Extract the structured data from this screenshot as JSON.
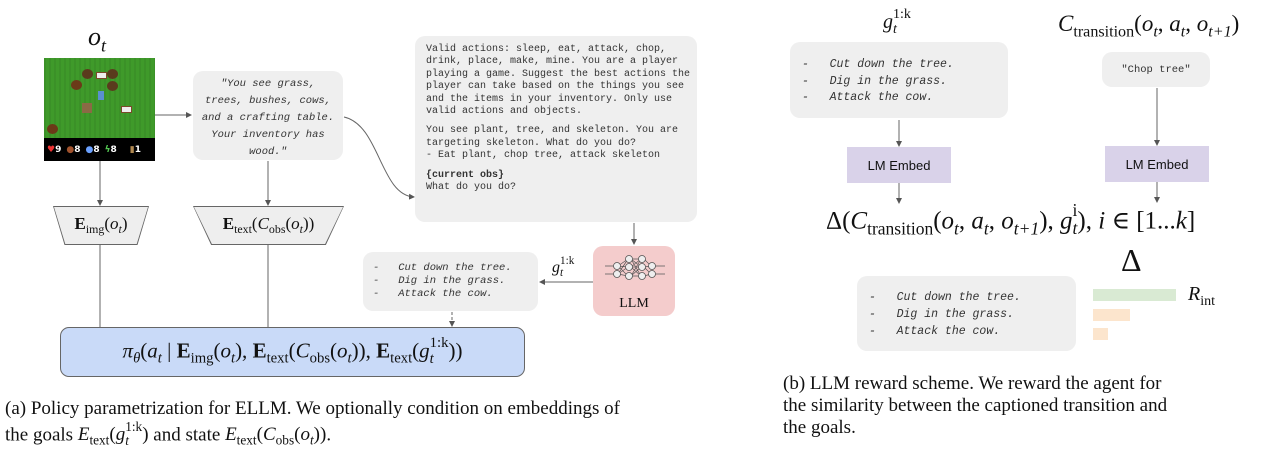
{
  "left_panel": {
    "obs_label": [
      [
        "i",
        "o"
      ],
      [
        "_i",
        "t"
      ]
    ],
    "game_status": {
      "health": "9",
      "food": "8",
      "drink": "8",
      "energy": "8",
      "wood": "1"
    },
    "caption_bubble": [
      "\"You see grass,",
      "trees, bushes, cows,",
      "and a crafting table.",
      "Your inventory has",
      "wood.\""
    ],
    "encoder_img": [
      [
        "b",
        "E"
      ],
      [
        "_r",
        "img"
      ],
      [
        "n",
        "("
      ],
      [
        "i",
        "o"
      ],
      [
        "_i",
        "t"
      ],
      [
        "n",
        ")"
      ]
    ],
    "encoder_text": [
      [
        "b",
        "E"
      ],
      [
        "_r",
        "text"
      ],
      [
        "n",
        "("
      ],
      [
        "i",
        "C"
      ],
      [
        "_r",
        "obs"
      ],
      [
        "n",
        "("
      ],
      [
        "i",
        "o"
      ],
      [
        "_i",
        "t"
      ],
      [
        "n",
        "))"
      ]
    ],
    "prompt": {
      "intro_lines": [
        "Valid actions: sleep, eat, attack, chop,",
        "drink, place, make, mine. You are a player",
        "playing a game. Suggest the best actions the",
        "player can take based on the things you see",
        "and the items in your inventory. Only use",
        "valid actions and objects."
      ],
      "example_lines": [
        "You see plant, tree, and skeleton. You are",
        "targeting skeleton. What do you do?",
        "- Eat plant, chop tree, attack skeleton"
      ],
      "current_obs": "{current obs}",
      "question": "What do you do?"
    },
    "llm_label": "LLM",
    "goals_label": [
      [
        "i",
        "g"
      ],
      [
        "ss",
        "1:k",
        "t"
      ]
    ],
    "goals": [
      "-   Cut down the tree.",
      "-   Dig in the grass.",
      "-   Attack the cow."
    ],
    "policy": [
      [
        "i",
        "π"
      ],
      [
        "_i",
        "θ"
      ],
      [
        "n",
        "("
      ],
      [
        "i",
        "a"
      ],
      [
        "_i",
        "t"
      ],
      [
        "n",
        " | "
      ],
      [
        "b",
        "E"
      ],
      [
        "_r",
        "img"
      ],
      [
        "n",
        "("
      ],
      [
        "i",
        "o"
      ],
      [
        "_i",
        "t"
      ],
      [
        "n",
        "), "
      ],
      [
        "b",
        "E"
      ],
      [
        "_r",
        "text"
      ],
      [
        "n",
        "("
      ],
      [
        "i",
        "C"
      ],
      [
        "_r",
        "obs"
      ],
      [
        "n",
        "("
      ],
      [
        "i",
        "o"
      ],
      [
        "_i",
        "t"
      ],
      [
        "n",
        ")), "
      ],
      [
        "b",
        "E"
      ],
      [
        "_r",
        "text"
      ],
      [
        "n",
        "("
      ],
      [
        "i",
        "g"
      ],
      [
        "ss",
        "1:k",
        "t"
      ],
      [
        "n",
        "))"
      ]
    ],
    "caption": {
      "line1": "(a) Policy parametrization for ELLM. We optionally condition on embeddings of",
      "line2_pre": "the goals ",
      "line2_math1": [
        [
          "i",
          "E"
        ],
        [
          "_r",
          "text"
        ],
        [
          "n",
          "("
        ],
        [
          "i",
          "g"
        ],
        [
          "ss",
          "1:k",
          "t"
        ],
        [
          "n",
          ")"
        ]
      ],
      "line2_mid": " and state ",
      "line2_math2": [
        [
          "i",
          "E"
        ],
        [
          "_r",
          "text"
        ],
        [
          "n",
          "("
        ],
        [
          "i",
          "C"
        ],
        [
          "_r",
          "obs"
        ],
        [
          "n",
          "("
        ],
        [
          "i",
          "o"
        ],
        [
          "_i",
          "t"
        ],
        [
          "n",
          "))"
        ]
      ],
      "line2_post": "."
    }
  },
  "right_panel": {
    "goals_label": [
      [
        "i",
        "g"
      ],
      [
        "ss",
        "1:k",
        "t"
      ]
    ],
    "goals": [
      "-   Cut down the tree.",
      "-   Dig in the grass.",
      "-   Attack the cow."
    ],
    "transition_label": [
      [
        "i",
        "C"
      ],
      [
        "_r",
        "transition"
      ],
      [
        "n",
        "("
      ],
      [
        "i",
        "o"
      ],
      [
        "_i",
        "t"
      ],
      [
        "n",
        ", "
      ],
      [
        "i",
        "a"
      ],
      [
        "_i",
        "t"
      ],
      [
        "n",
        ", "
      ],
      [
        "i",
        "o"
      ],
      [
        "_i",
        "t+1"
      ],
      [
        "n",
        ")"
      ]
    ],
    "transition_caption": "\"Chop tree\"",
    "lm_embed_left": "LM Embed",
    "lm_embed_right": "LM Embed",
    "similarity": [
      [
        "n",
        "Δ("
      ],
      [
        "i",
        "C"
      ],
      [
        "_r",
        "transition"
      ],
      [
        "n",
        "("
      ],
      [
        "i",
        "o"
      ],
      [
        "_i",
        "t"
      ],
      [
        "n",
        ", "
      ],
      [
        "i",
        "a"
      ],
      [
        "_i",
        "t"
      ],
      [
        "n",
        ", "
      ],
      [
        "i",
        "o"
      ],
      [
        "_i",
        "t+1"
      ],
      [
        "n",
        "), "
      ],
      [
        "i",
        "g"
      ],
      [
        "ss",
        "i",
        "t"
      ],
      [
        "n",
        "), "
      ],
      [
        "i",
        "i"
      ],
      [
        "n",
        " ∈ [1..."
      ],
      [
        "i",
        "k"
      ],
      [
        "n",
        "]"
      ]
    ],
    "delta_symbol": "Δ",
    "reward_label": [
      [
        "i",
        "R"
      ],
      [
        "_r",
        "int"
      ]
    ],
    "reward_bars": [
      {
        "goal": "Cut down the tree.",
        "relative_reward": 1.0,
        "color": "#d9ead3"
      },
      {
        "goal": "Dig in the grass.",
        "relative_reward": 0.45,
        "color": "#fce5cd"
      },
      {
        "goal": "Attack the cow.",
        "relative_reward": 0.18,
        "color": "#fce5cd"
      }
    ],
    "caption": [
      "(b) LLM reward scheme. We reward the agent for",
      "the similarity between the captioned transition and",
      "the goals."
    ]
  },
  "colors": {
    "policy_box": "#c9daf8",
    "llm_box": "#f4cccc",
    "lm_embed": "#d9d2e9",
    "bubble": "#efefef"
  }
}
